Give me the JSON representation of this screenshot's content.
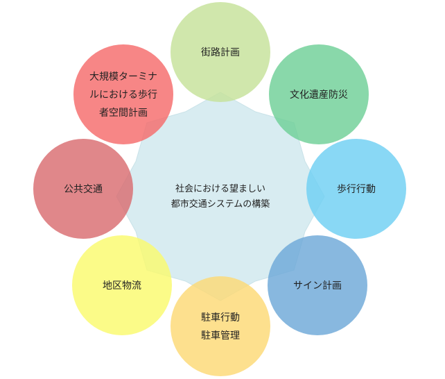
{
  "center": {
    "lines": [
      "社会における望ましい",
      "都市交通システムの構築"
    ],
    "fill": "#d8ecf1"
  },
  "nodes": [
    {
      "id": "street-planning",
      "lines": [
        "街路計画"
      ],
      "color": "#c6e29a"
    },
    {
      "id": "culture-disaster",
      "lines": [
        "文化遺産防災"
      ],
      "color": "#6fcf97"
    },
    {
      "id": "walking-behavior",
      "lines": [
        "歩行行動"
      ],
      "color": "#6fd0f3"
    },
    {
      "id": "sign-planning",
      "lines": [
        "サイン計画"
      ],
      "color": "#6ea8d8"
    },
    {
      "id": "parking",
      "lines": [
        "駐車行動",
        "駐車管理"
      ],
      "color": "#fcd975"
    },
    {
      "id": "district-logistics",
      "lines": [
        "地区物流"
      ],
      "color": "#fafa6e"
    },
    {
      "id": "public-transport",
      "lines": [
        "公共交通"
      ],
      "color": "#d96c70"
    },
    {
      "id": "terminal-walkspace",
      "lines": [
        "大規模ターミナ",
        "ルにおける歩行",
        "者空間計画"
      ],
      "color": "#f56b6b"
    }
  ]
}
